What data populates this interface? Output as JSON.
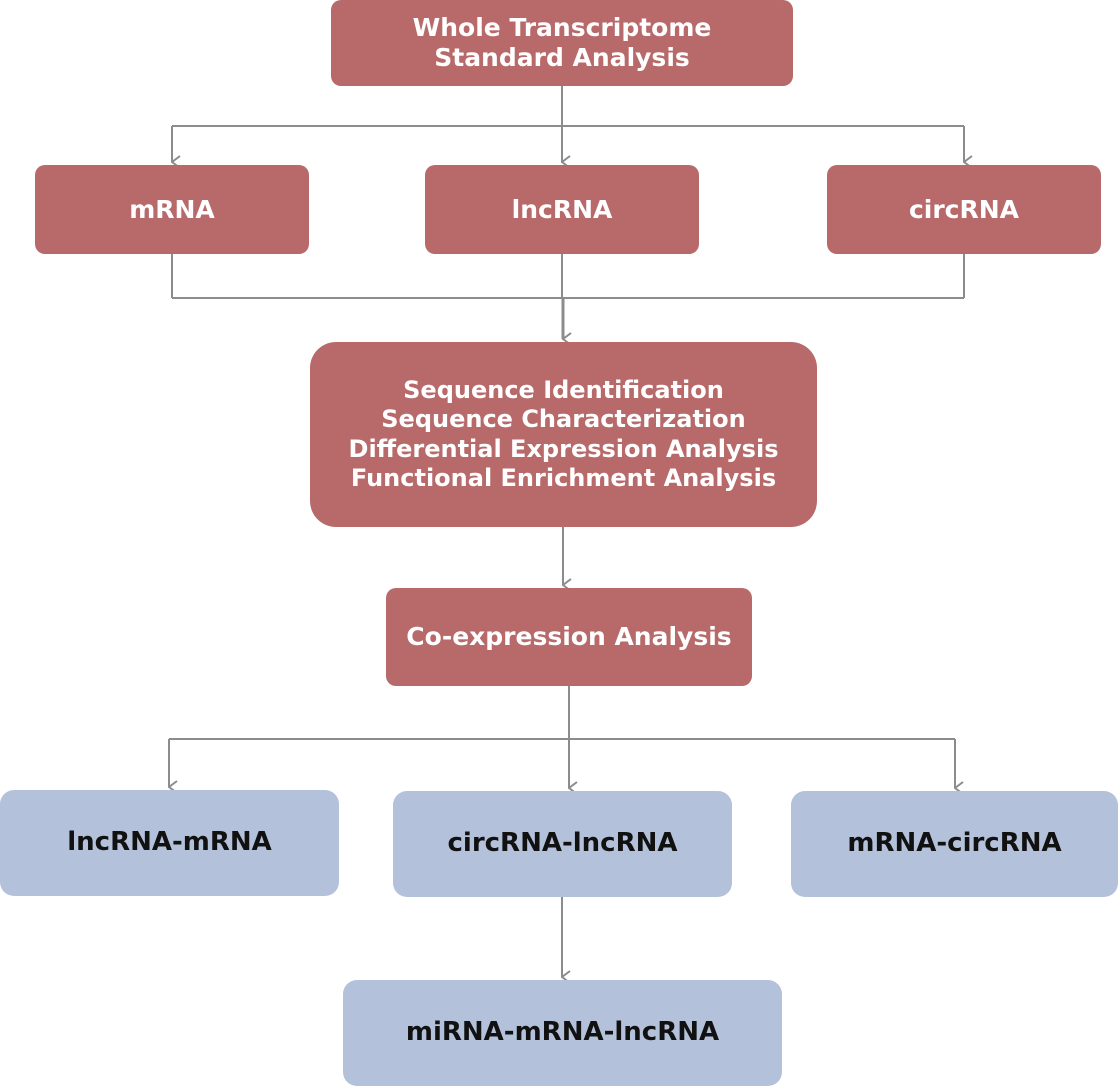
{
  "nodes": {
    "root": {
      "lines": [
        "Whole Transcriptome",
        "Standard Analysis"
      ]
    },
    "mrna": {
      "label": "mRNA"
    },
    "lncrna": {
      "label": "lncRNA"
    },
    "circrna": {
      "label": "circRNA"
    },
    "analysis": {
      "lines": [
        "Sequence Identification",
        "Sequence Characterization",
        "Differential Expression Analysis",
        "Functional Enrichment Analysis"
      ]
    },
    "coexpression": {
      "label": "Co-expression Analysis"
    },
    "lncrna_mrna": {
      "label": "lncRNA-mRNA"
    },
    "circrna_lncrna": {
      "label": "circRNA-lncRNA"
    },
    "mrna_circrna": {
      "label": "mRNA-circRNA"
    },
    "mirna_mrna_lncrna": {
      "label": "miRNA-mRNA-lncRNA"
    }
  },
  "colors": {
    "primary_box": "#b86a6b",
    "secondary_box": "#b3c2da",
    "connector": "#8c8c8c"
  }
}
